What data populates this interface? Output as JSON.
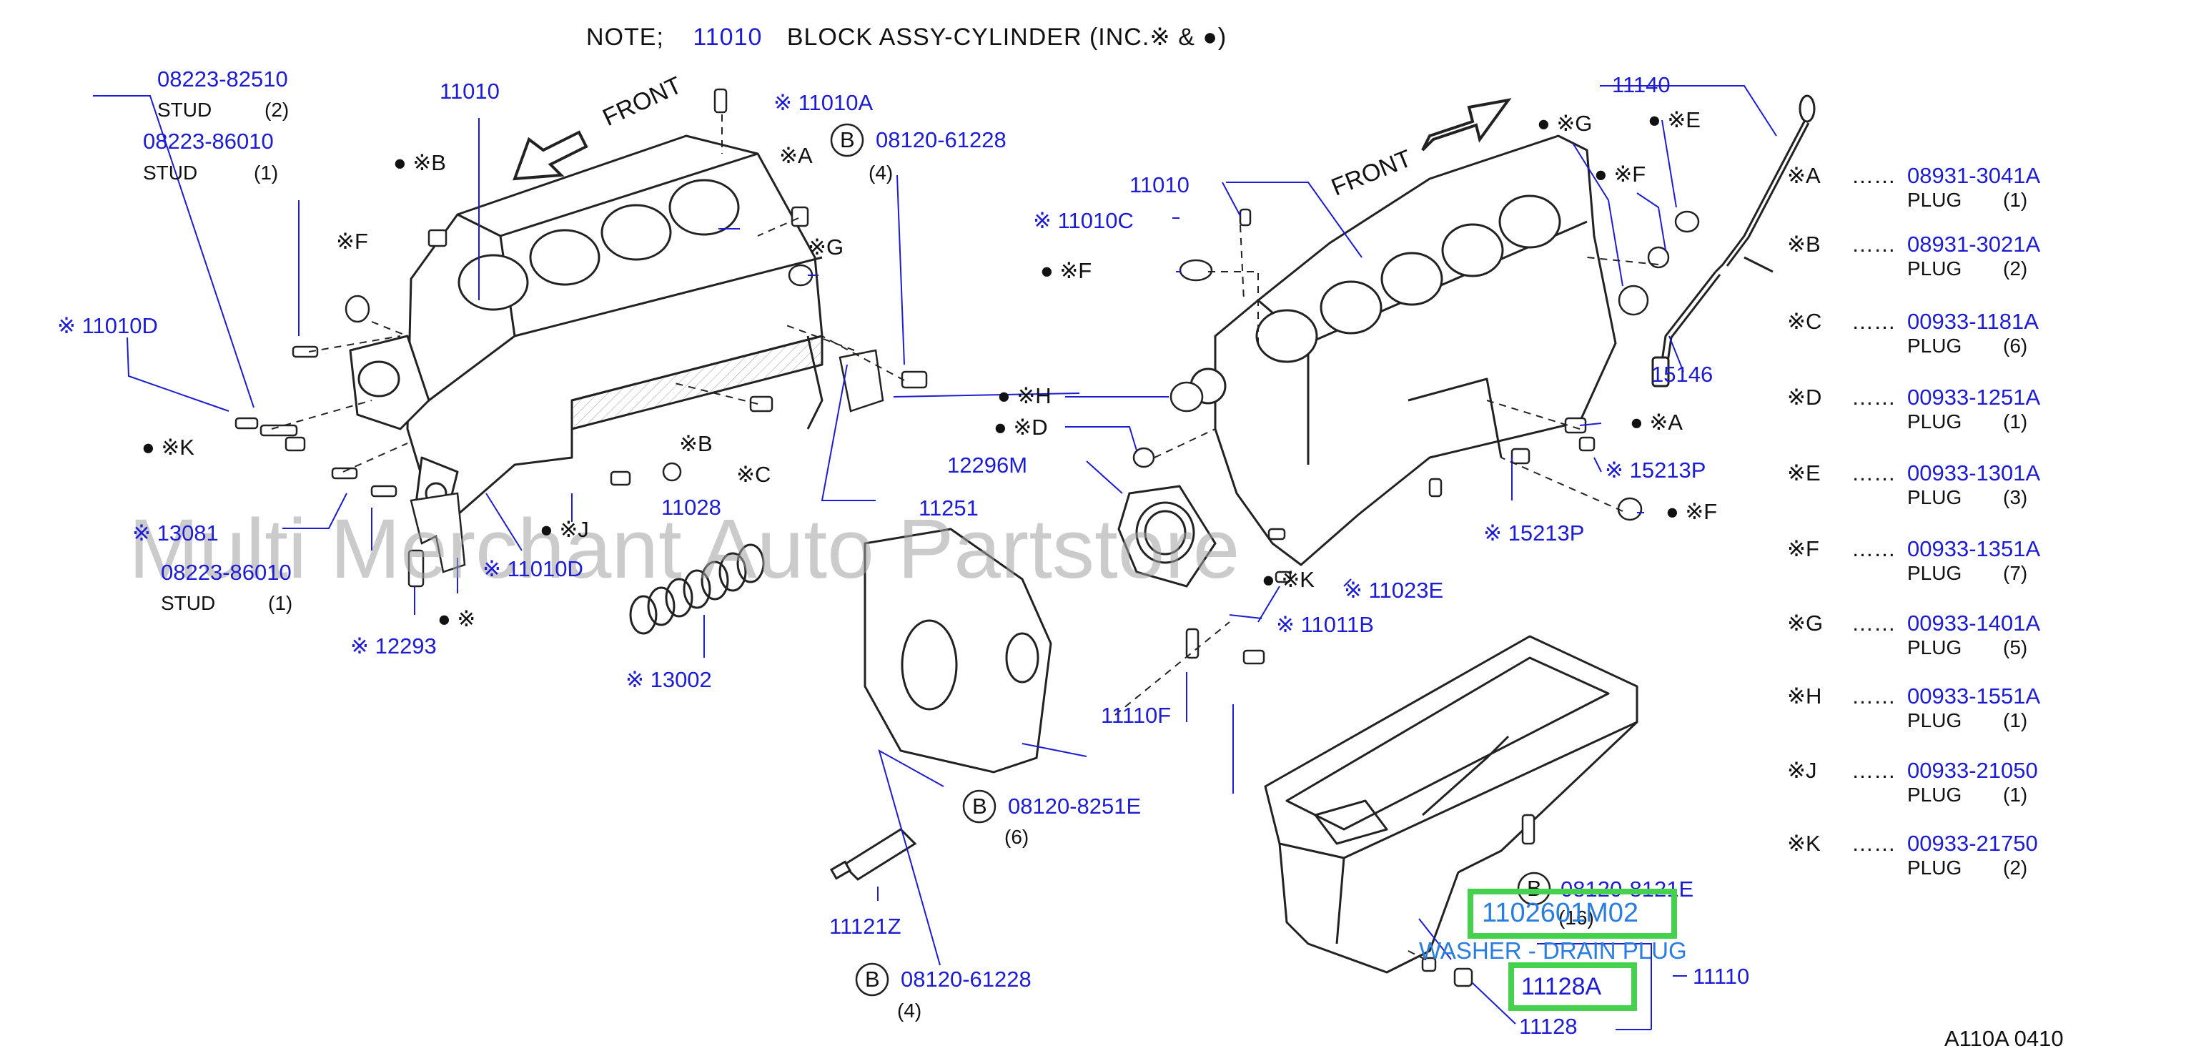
{
  "note": {
    "prefix": "NOTE;",
    "part": "11010",
    "text": "BLOCK  ASSY-CYLINDER  (INC.※ &  ●)"
  },
  "watermark": "Multi Merchant Auto Partstore",
  "front_labels": [
    "FRONT",
    "FRONT"
  ],
  "labels": {
    "p08223_82510": "08223-82510",
    "stud_2": "STUD",
    "stud_2_qty": "(2)",
    "p08223_86010a": "08223-86010",
    "stud_1a": "STUD",
    "stud_1a_qty": "(1)",
    "p11010_left": "11010",
    "p11010a": "※ 11010A",
    "b_left": "● ※B",
    "a_left": "※A",
    "f_left": "※F",
    "g_left": "※G",
    "p08120_61228_top": "08120-61228",
    "qty_4_top": "(4)",
    "p11010d_left": "※ 11010D",
    "k_left": "●  ※K",
    "b_mid": "※B",
    "c_mid": "※C",
    "p11028": "11028",
    "p13081": "※ 13081",
    "j_mid": "● ※J",
    "p11010d_mid": "※ 11010D",
    "p08223_86010b": "08223-86010",
    "stud_1b": "STUD",
    "stud_1b_qty": "(1)",
    "dot_star": "● ※",
    "p12293": "※ 12293",
    "p13002": "※ 13002",
    "p11251": "11251",
    "p08120_8251e": "08120-8251E",
    "qty_6": "(6)",
    "p11121z": "11121Z",
    "p08120_61228_bot": "08120-61228",
    "qty_4_bot": "(4)",
    "p11010_right": "11010",
    "p11010c": "※ 11010C",
    "f_right_a": "●  ※F",
    "g_right": "● ※G",
    "e_right": "● ※E",
    "f_right_b": "● ※F",
    "p11140": "11140",
    "p15146": "15146",
    "h_right": "●  ※H",
    "d_right": "●  ※D",
    "a_right": "● ※A",
    "p15213p_a": "※ 15213P",
    "f_right_c": "● ※F",
    "p12296m": "12296M",
    "p15213p_b": "※ 15213P",
    "k_right": "● ※K",
    "p11023e": "※ 11023E",
    "p11011b": "※ 11011B",
    "p11110f": "11110F",
    "p08120_8121e": "08120-8121E",
    "qty_16": "(16)",
    "p1102601m02": "1102601M02",
    "washer": "WASHER - DRAIN PLUG",
    "p11128a": "11128A",
    "p11110": "11110",
    "p11128": "11128"
  },
  "bolt_marker": "B",
  "legend": [
    {
      "key": "※A",
      "dots": "……",
      "part": "08931-3041A",
      "desc": "PLUG",
      "qty": "(1)"
    },
    {
      "key": "※B",
      "dots": "……",
      "part": "08931-3021A",
      "desc": "PLUG",
      "qty": "(2)"
    },
    {
      "key": "※C",
      "dots": "……",
      "part": "00933-1181A",
      "desc": "PLUG",
      "qty": "(6)"
    },
    {
      "key": "※D",
      "dots": "……",
      "part": "00933-1251A",
      "desc": "PLUG",
      "qty": "(1)"
    },
    {
      "key": "※E",
      "dots": "……",
      "part": "00933-1301A",
      "desc": "PLUG",
      "qty": "(3)"
    },
    {
      "key": "※F",
      "dots": "……",
      "part": "00933-1351A",
      "desc": "PLUG",
      "qty": "(7)"
    },
    {
      "key": "※G",
      "dots": "……",
      "part": "00933-1401A",
      "desc": "PLUG",
      "qty": "(5)"
    },
    {
      "key": "※H",
      "dots": "……",
      "part": "00933-1551A",
      "desc": "PLUG",
      "qty": "(1)"
    },
    {
      "key": "※J",
      "dots": "……",
      "part": "00933-21050",
      "desc": "PLUG",
      "qty": "(1)"
    },
    {
      "key": "※K",
      "dots": "……",
      "part": "00933-21750",
      "desc": "PLUG",
      "qty": "(2)"
    }
  ],
  "revision": "A110A   0410",
  "colors": {
    "part_number": "#1c1cd6",
    "highlight": "#45d14e",
    "line": "#1c1cd6",
    "drawing": "#222222"
  }
}
